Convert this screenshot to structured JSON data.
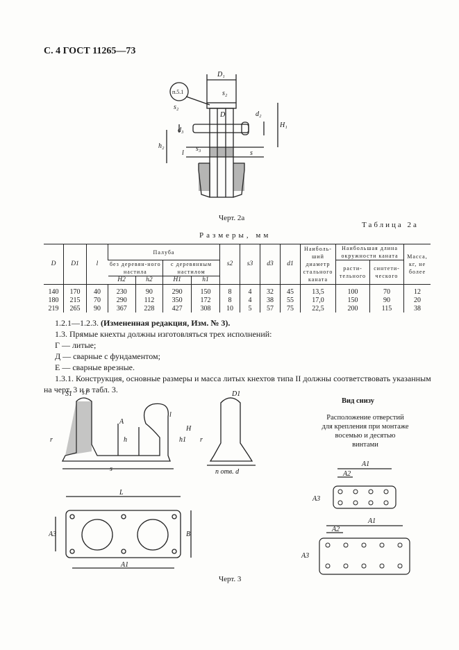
{
  "header": "С. 4 ГОСТ 11265—73",
  "figure2a": {
    "caption": "Черт. 2а",
    "ref_label": "п.5.1",
    "labels": [
      "D1",
      "s2",
      "D",
      "d2",
      "s2",
      "d3",
      "H1",
      "h2",
      "l",
      "s3",
      "s"
    ]
  },
  "table_title": "Таблица 2а",
  "table_subtitle": "Размеры, мм",
  "table": {
    "headers": {
      "D": "D",
      "D1": "D1",
      "l": "l",
      "paluba": "Палуба",
      "bez": "без деревян-ного настила",
      "s": "с деревянным настилом",
      "H2": "H2",
      "h2": "h2",
      "H1": "H1",
      "h1": "h1",
      "s2": "s2",
      "s3": "s3",
      "d3": "d3",
      "d1": "d1",
      "naib_diam": "Наиболь-ший диаметр стального каната",
      "naib_dlina": "Наибольшая длина окружности каната",
      "rast": "расти-тельного",
      "sint": "синтети-ческого",
      "massa": "Масса, кг, не более"
    },
    "rows": [
      [
        "140",
        "170",
        "40",
        "230",
        "90",
        "290",
        "150",
        "8",
        "4",
        "32",
        "45",
        "13,5",
        "100",
        "70",
        "12"
      ],
      [
        "180",
        "215",
        "70",
        "290",
        "112",
        "350",
        "172",
        "8",
        "4",
        "38",
        "55",
        "17,0",
        "150",
        "90",
        "20"
      ],
      [
        "219",
        "265",
        "90",
        "367",
        "228",
        "427",
        "308",
        "10",
        "5",
        "57",
        "75",
        "22,5",
        "200",
        "115",
        "38"
      ]
    ]
  },
  "paragraphs": [
    "1.2.1—1.2.3. (Измененная редакция, Изм. № 3).",
    "1.3. Прямые кнехты должны изготовляться трех исполнений:",
    "Г — литые;",
    "Д — сварные с фундаментом;",
    "Е — сварные врезные.",
    "1.3.1. Конструкция, основные размеры и масса литых кнехтов типа II должны соответствовать указанным на черт. 3 и в табл. 3."
  ],
  "bold_part": "(Измененная редакция, Изм. № 3).",
  "para_prefix": "1.2.1—1.2.3. ",
  "figure3": {
    "caption": "Черт. 3",
    "view_title": "Вид снизу",
    "view_note": "Расположение отверстий для крепления при монтаже восемью и десятью винтами",
    "labels": {
      "s1": "S1",
      "s1b": "s1",
      "A": "A",
      "l": "l",
      "H": "H",
      "h": "h",
      "h1": "h1",
      "r": "r",
      "s": "s",
      "D1": "D1",
      "n_otv": "n отв. d",
      "L": "L",
      "A3": "A3",
      "B": "B",
      "A1": "A1",
      "A2": "A2"
    }
  }
}
